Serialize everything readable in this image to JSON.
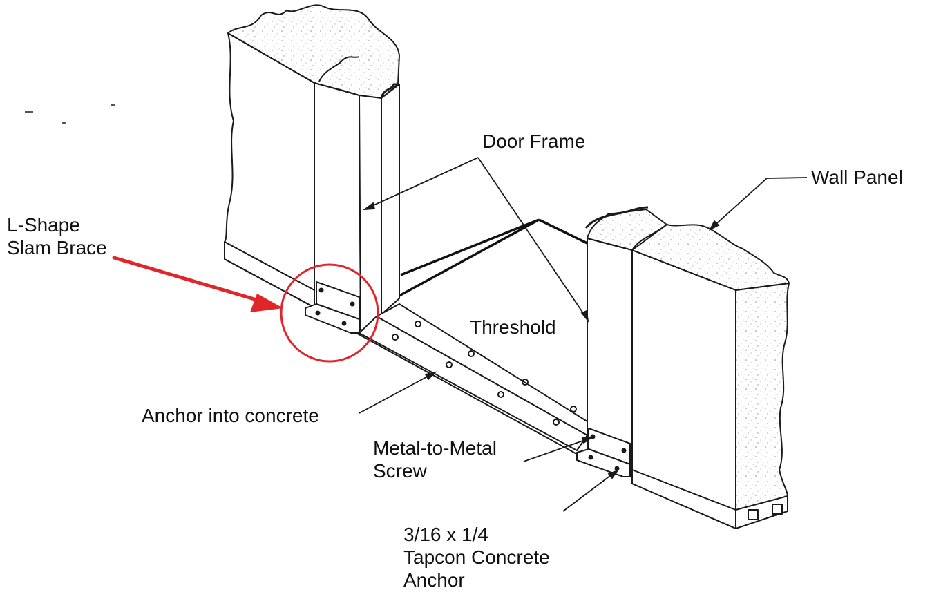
{
  "labels": {
    "door_frame": "Door Frame",
    "wall_panel": "Wall Panel",
    "slam_brace": [
      "L-Shape",
      "Slam Brace"
    ],
    "threshold": "Threshold",
    "anchor_concrete": "Anchor into concrete",
    "metal_screw": [
      "Metal-to-Metal",
      "Screw"
    ],
    "tapcon": [
      "3/16 x 1/4",
      "Tapcon Concrete",
      "Anchor"
    ]
  },
  "colors": {
    "line": "#1a1a1a",
    "highlight": "#e0262b",
    "panel_fill": "#ffffff",
    "texture": "#9a9a9a"
  }
}
